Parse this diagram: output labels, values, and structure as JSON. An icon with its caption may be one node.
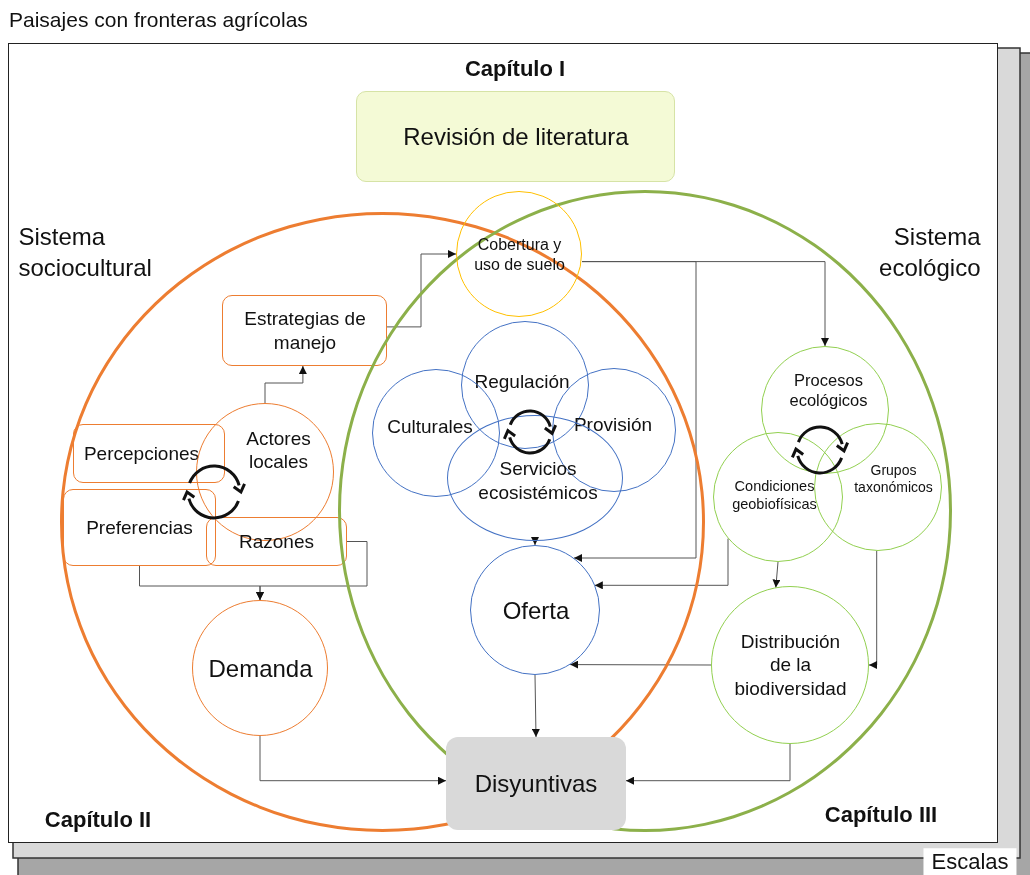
{
  "diagram": {
    "nodes": [
      {
        "text": [
          "Paisajes con fronteras agrícolas"
        ]
      },
      {
        "text": [
          "Revisión de literatura"
        ],
        "in": 0,
        "beside": [
          "Capítulo I"
        ]
      },
      {
        "text": [
          "Sistema sociocultural"
        ],
        "in": 0
      },
      {
        "text": [
          "Sistema ecológico"
        ],
        "in": 0
      },
      {
        "text": [
          "Cobertura y uso de suelo"
        ],
        "in": 3
      },
      {
        "text": [
          "Estrategias de manejo"
        ],
        "in": 2
      },
      {
        "text": [
          "Percepciones"
        ],
        "in": 2
      },
      {
        "text": [
          "Preferencias"
        ],
        "in": 2
      },
      {
        "text": [
          "Actores locales"
        ],
        "in": 2
      },
      {
        "text": [
          "Razones"
        ],
        "in": 2
      },
      {
        "text": [
          "Regulación"
        ]
      },
      {
        "text": [
          "Culturales"
        ]
      },
      {
        "text": [
          "Provisión"
        ]
      },
      {
        "text": [
          "Servicios ecosistémicos"
        ]
      },
      {
        "text": [
          "Oferta"
        ]
      },
      {
        "text": [
          "Demanda"
        ],
        "in": 2
      },
      {
        "text": [
          "Procesos ecológicos"
        ],
        "in": 3
      },
      {
        "text": [
          "Condiciones geobiofísicas"
        ],
        "in": 3
      },
      {
        "text": [
          "Grupos taxonómicos"
        ],
        "in": 3
      },
      {
        "text": [
          "Distribución de la biodiversidad"
        ],
        "in": 3
      },
      {
        "text": [
          "Disyuntivas"
        ]
      }
    ],
    "edges": [
      {
        "from": 8,
        "to": 5,
        "arrow": "to"
      },
      {
        "from": 5,
        "to": 4,
        "arrow": "to"
      },
      {
        "from": 4,
        "to": 16,
        "arrow": "to"
      },
      {
        "from": 4,
        "to": 14,
        "arrow": "to"
      },
      {
        "from": 13,
        "to": 14,
        "arrow": "to"
      },
      {
        "from": 17,
        "to": 14,
        "arrow": "to"
      },
      {
        "from": 19,
        "to": 14,
        "arrow": "to"
      },
      {
        "from": 17,
        "to": 19,
        "arrow": "to"
      },
      {
        "from": 18,
        "to": 19,
        "arrow": "to"
      },
      {
        "from": 7,
        "to": 15,
        "arrow": "to"
      },
      {
        "from": 9,
        "to": 15,
        "arrow": "to"
      },
      {
        "from": 14,
        "to": 20,
        "arrow": "to"
      },
      {
        "from": 15,
        "to": 20,
        "arrow": "to"
      },
      {
        "from": 19,
        "to": 20,
        "arrow": "to"
      }
    ],
    "labels": [
      "Capítulo II",
      "Capítulo III",
      "Escalas"
    ]
  }
}
